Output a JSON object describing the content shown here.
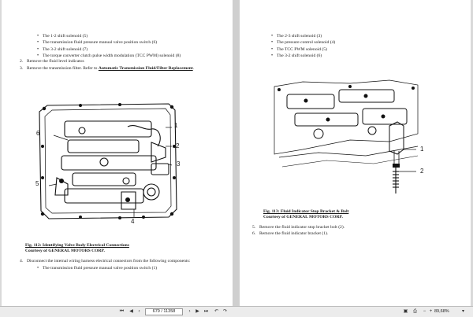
{
  "left_page": {
    "bullets_top": [
      "The 1-2 shift solenoid (5)",
      "The transmission fluid pressure manual valve position switch (6)",
      "The 3-2 shift solenoid (7)",
      "The torque converter clutch pulse width modulation (TCC PWM) solenoid (8)"
    ],
    "steps": [
      {
        "n": "2.",
        "text": "Remove the fluid level indicator."
      },
      {
        "n": "3.",
        "text": "Remove the transmission filter. Refer to ",
        "link": "Automatic Transmission Fluid/Filter Replacement",
        "after": "."
      }
    ],
    "figure_callouts": [
      "1",
      "2",
      "3",
      "4",
      "5",
      "6"
    ],
    "caption_title": "Fig. 112: Identifying Valve Body Electrical Connections",
    "caption_courtesy": "Courtesy of GENERAL MOTORS CORP.",
    "step4": {
      "n": "4.",
      "text": "Disconnect the internal wiring harness electrical connectors from the following components:"
    },
    "bullets_bottom": [
      "The transmission fluid pressure manual valve position switch (1)"
    ]
  },
  "right_page": {
    "bullets_top": [
      "The 2-3 shift solenoid (3)",
      "The pressure control solenoid (4)",
      "The TCC PWM solenoid (5)",
      "The 3-2 shift solenoid (6)"
    ],
    "figure_callouts": [
      "1",
      "2"
    ],
    "caption_title": "Fig. 113: Fluid Indicator Stop Bracket & Bolt",
    "caption_courtesy": "Courtesy of GENERAL MOTORS CORP.",
    "steps": [
      {
        "n": "5.",
        "text": "Remove the fluid indicator stop bracket bolt (2)."
      },
      {
        "n": "6.",
        "text": "Remove the fluid indicator bracket (1)."
      }
    ]
  },
  "toolbar": {
    "page_indicator": "679 / 11358",
    "zoom": "89,68%",
    "icons": [
      "first-page-icon",
      "prev-page-icon",
      "next-page-icon",
      "last-page-icon",
      "back-icon",
      "forward-icon",
      "save-icon",
      "print-icon",
      "zoom-out-icon",
      "zoom-in-icon",
      "zoom-dropdown-icon"
    ]
  }
}
